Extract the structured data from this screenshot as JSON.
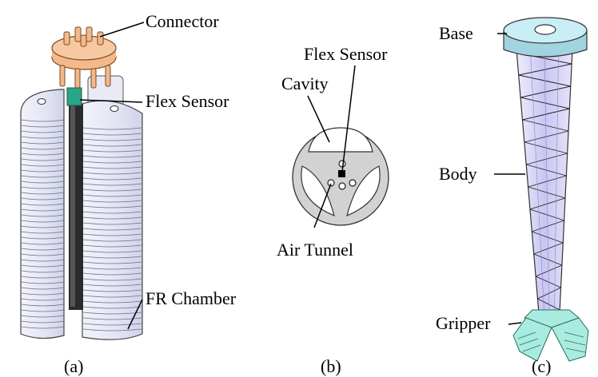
{
  "panels": {
    "a": {
      "caption": "(a)",
      "labels": {
        "connector": "Connector",
        "flex_sensor": "Flex Sensor",
        "fr_chamber": "FR Chamber"
      }
    },
    "b": {
      "caption": "(b)",
      "labels": {
        "flex_sensor": "Flex Sensor",
        "cavity": "Cavity",
        "air_tunnel": "Air Tunnel"
      }
    },
    "c": {
      "caption": "(c)",
      "labels": {
        "base": "Base",
        "body": "Body",
        "gripper": "Gripper"
      }
    }
  },
  "colors": {
    "connector": "#f3b98a",
    "chamber": "#e4e6f4",
    "sensor_strip": "#2b2b2b",
    "sensor_tip": "#2aa58a",
    "cross_section": "#d2d2d2",
    "base": "#bfe6ee",
    "body": "#d8d6f5",
    "gripper": "#a9ecdf"
  }
}
